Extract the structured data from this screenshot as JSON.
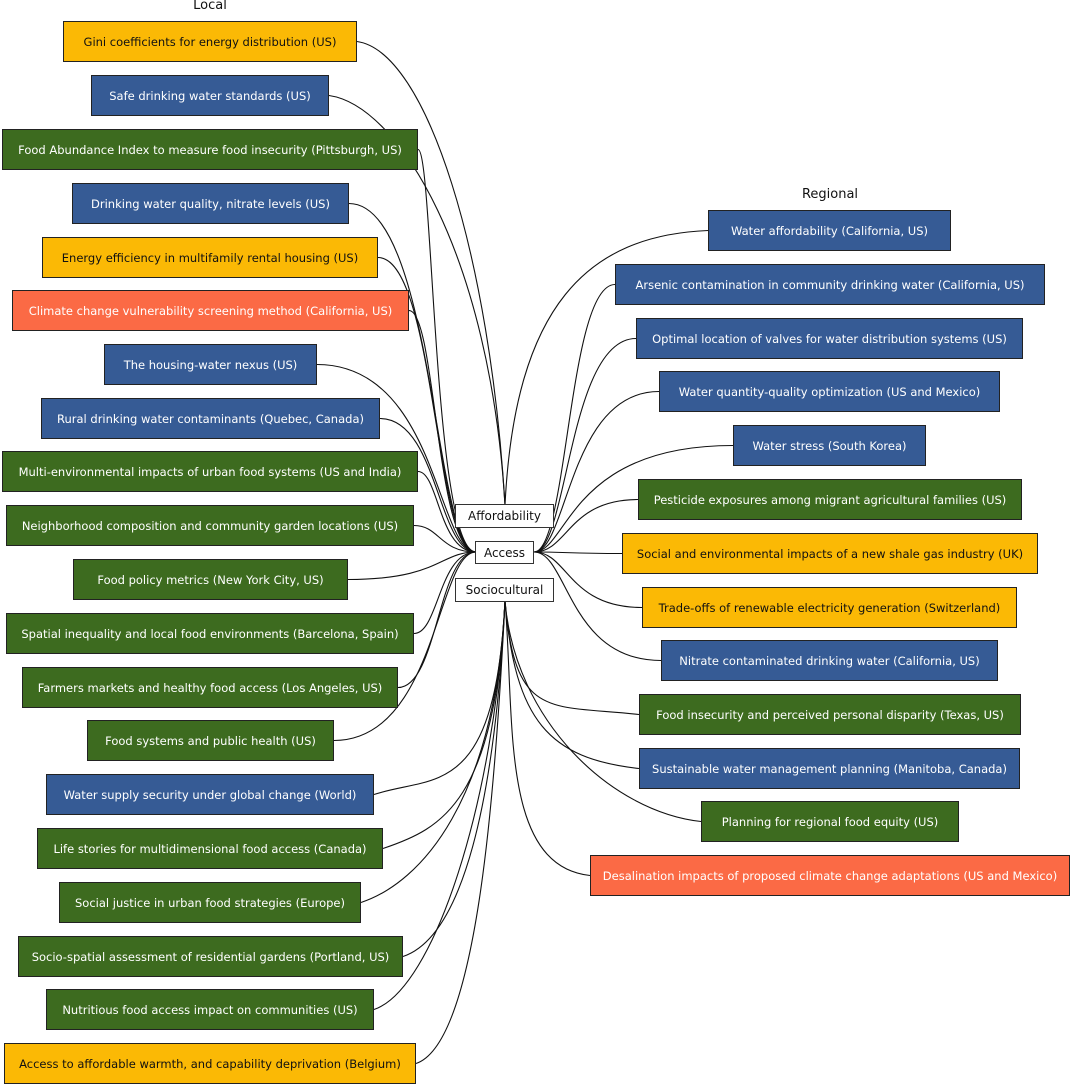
{
  "colors": {
    "food": "#3d6b1f",
    "water": "#365b95",
    "energy": "#fbb905",
    "climate": "#fb6a45"
  },
  "headings": {
    "local": "Local",
    "regional": "Regional"
  },
  "hubs": {
    "affordability": "Affordability",
    "access": "Access",
    "sociocultural": "Sociocultural"
  },
  "local_items": [
    {
      "label": "Gini coefficients for energy distribution (US)",
      "color": "yellow",
      "hub": "affordability"
    },
    {
      "label": "Safe drinking water standards (US)",
      "color": "blue",
      "hub": "affordability"
    },
    {
      "label": "Food Abundance Index to measure food insecurity (Pittsburgh, US)",
      "color": "green",
      "hub": "access"
    },
    {
      "label": "Drinking water quality, nitrate levels (US)",
      "color": "blue",
      "hub": "access"
    },
    {
      "label": "Energy efficiency in multifamily rental housing (US)",
      "color": "yellow",
      "hub": "access"
    },
    {
      "label": "Climate change vulnerability screening method (California, US)",
      "color": "red",
      "hub": "access"
    },
    {
      "label": "The housing-water nexus (US)",
      "color": "blue",
      "hub": "access"
    },
    {
      "label": "Rural drinking water contaminants (Quebec, Canada)",
      "color": "blue",
      "hub": "access"
    },
    {
      "label": "Multi-environmental impacts of urban food systems (US and India)",
      "color": "green",
      "hub": "access"
    },
    {
      "label": "Neighborhood composition and community garden locations (US)",
      "color": "green",
      "hub": "access"
    },
    {
      "label": "Food policy metrics (New York City, US)",
      "color": "green",
      "hub": "access"
    },
    {
      "label": "Spatial inequality and local food environments (Barcelona, Spain)",
      "color": "green",
      "hub": "access"
    },
    {
      "label": "Farmers markets and healthy food access (Los Angeles, US)",
      "color": "green",
      "hub": "access"
    },
    {
      "label": "Food systems and public health (US)",
      "color": "green",
      "hub": "access"
    },
    {
      "label": "Water supply security under global change (World)",
      "color": "blue",
      "hub": "sociocultural"
    },
    {
      "label": "Life stories for multidimensional food access (Canada)",
      "color": "green",
      "hub": "sociocultural"
    },
    {
      "label": "Social justice in urban food strategies (Europe)",
      "color": "green",
      "hub": "sociocultural"
    },
    {
      "label": "Socio-spatial assessment of residential gardens (Portland, US)",
      "color": "green",
      "hub": "sociocultural"
    },
    {
      "label": "Nutritious food access impact on communities (US)",
      "color": "green",
      "hub": "sociocultural"
    },
    {
      "label": "Access to affordable warmth, and capability deprivation (Belgium)",
      "color": "yellow",
      "hub": "sociocultural"
    }
  ],
  "regional_items": [
    {
      "label": "Water affordability (California, US)",
      "color": "blue",
      "hub": "affordability"
    },
    {
      "label": "Arsenic contamination in  community drinking water (California, US)",
      "color": "blue",
      "hub": "access"
    },
    {
      "label": "Optimal location of valves for water distribution systems (US)",
      "color": "blue",
      "hub": "access"
    },
    {
      "label": "Water quantity-quality optimization (US and Mexico)",
      "color": "blue",
      "hub": "access"
    },
    {
      "label": "Water stress (South Korea)",
      "color": "blue",
      "hub": "access"
    },
    {
      "label": "Pesticide exposures among migrant agricultural families (US)",
      "color": "green",
      "hub": "access"
    },
    {
      "label": "Social and environmental impacts of a new shale gas industry (UK)",
      "color": "yellow",
      "hub": "access"
    },
    {
      "label": "Trade-offs of renewable electricity generation (Switzerland)",
      "color": "yellow",
      "hub": "access"
    },
    {
      "label": "Nitrate contaminated drinking water (California, US)",
      "color": "blue",
      "hub": "access"
    },
    {
      "label": "Food insecurity and perceived personal disparity (Texas, US)",
      "color": "green",
      "hub": "sociocultural"
    },
    {
      "label": "Sustainable water management planning (Manitoba, Canada)",
      "color": "blue",
      "hub": "sociocultural"
    },
    {
      "label": "Planning for regional food equity (US)",
      "color": "green",
      "hub": "sociocultural"
    },
    {
      "label": "Desalination impacts of proposed climate change adaptations (US and Mexico)",
      "color": "red",
      "hub": "sociocultural"
    }
  ]
}
